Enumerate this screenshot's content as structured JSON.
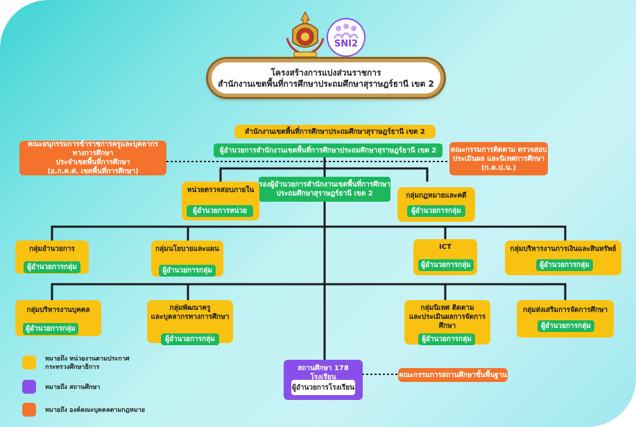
{
  "colors": {
    "yellow": "#f9c211",
    "green": "#1db85e",
    "orange": "#f3732c",
    "purple": "#8a4fe8",
    "teal": "#7fe4e6"
  },
  "logos": {
    "emblem": "ministry-of-education-emblem",
    "sni2": "SNI2"
  },
  "title": {
    "line1": "โครงสร้างการแบ่งส่วนราชการ",
    "line2": "สำนักงานเขตพื้นที่การศึกษาประถมศึกษาสุราษฎร์ธานี เขต 2"
  },
  "top": {
    "office": "สำนักงานเขตพื้นที่การศึกษาประถมศึกษาสุราษฎร์ธานี เขต 2",
    "director": "ผู้อำนวยการสำนักงานเขตพื้นที่การศึกษาประถมศึกษาสุราษฎร์ธานี เขต 2"
  },
  "left_committee": {
    "line1": "คณะอนุกรรมการข้าราชการครูและบุคลากรทางการศึกษา",
    "line2": "ประจำเขตพื้นที่การศึกษา",
    "line3": "(อ.ก.ค.ศ. เขตพื้นที่การศึกษา)"
  },
  "right_committee": {
    "line1": "คณะกรรมการติดตาม ตรวจสอบ",
    "line2": "ประเมินผล และนิเทศการศึกษา",
    "line3": "(ก.ต.ป.น.)"
  },
  "deputy": {
    "line1": "รองผู้อำนวยการสำนักงานเขตพื้นที่การศึกษา",
    "line2": "ประถมศึกษาสุราษฎร์ธานี เขต 2"
  },
  "audit": {
    "name": "หน่วยตรวจสอบภายใน",
    "head": "ผู้อำนวยการหน่วย"
  },
  "legal": {
    "name": "กลุ่มกฎหมายและคดี",
    "head": "ผู้อำนวยการกลุ่ม"
  },
  "groups_row1": [
    {
      "name": "กลุ่มอำนวยการ",
      "head": "ผู้อำนวยการกลุ่ม"
    },
    {
      "name": "กลุ่มนโยบายและแผน",
      "head": "ผู้อำนวยการกลุ่ม"
    },
    {
      "name": "ICT",
      "head": "ผู้อำนวยการกลุ่ม"
    },
    {
      "name": "กลุ่มบริหารงานการเงินและสินทรัพย์",
      "head": "ผู้อำนวยการกลุ่ม"
    }
  ],
  "groups_row2": [
    {
      "name": "กลุ่มบริหารงานบุคคล",
      "head": "ผู้อำนวยการกลุ่ม"
    },
    {
      "name1": "กลุ่มพัฒนาครู",
      "name2": "และบุคลากรทางการศึกษา",
      "head": "ผู้อำนวยการกลุ่ม"
    },
    {
      "name1": "กลุ่มนิเทศ ติดตาม",
      "name2": "และประเมินผลการจัดการศึกษา",
      "head": "ผู้อำนวยการกลุ่ม"
    },
    {
      "name": "กลุ่มส่งเสริมการจัดการศึกษา",
      "head": "ผู้อำนวยการกลุ่ม"
    }
  ],
  "schools": {
    "name": "สถานศึกษา 178 โรงเรียน",
    "head": "ผู้อำนวยการโรงเรียน"
  },
  "school_board": "คณะกรรมการสถานศึกษาขั้นพื้นฐาน",
  "legend": [
    {
      "color": "#f9c211",
      "line1": "หมายถึง หน่วยงานตามประกาศ",
      "line2": "กระทรวงศึกษาธิการ"
    },
    {
      "color": "#8a4fe8",
      "line1": "หมายถึง สถานศึกษา",
      "line2": ""
    },
    {
      "color": "#f3732c",
      "line1": "หมายถึง องค์คณะบุคคลตามกฎหมาย",
      "line2": ""
    }
  ]
}
